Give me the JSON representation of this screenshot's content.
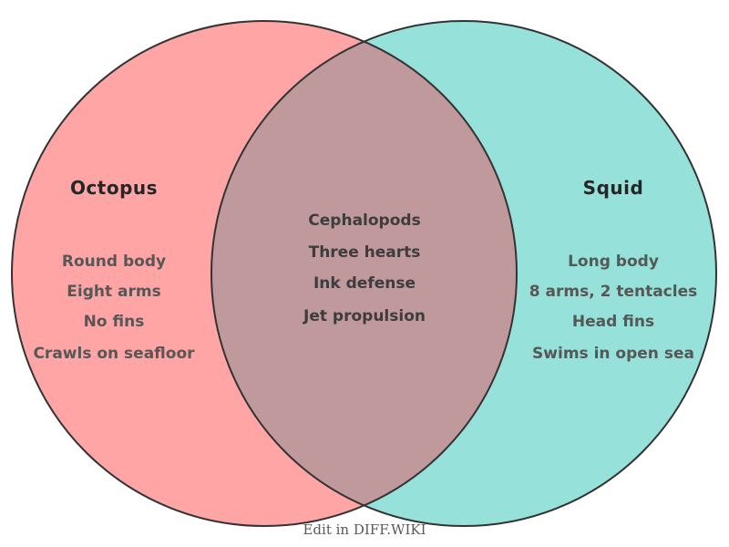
{
  "diagram": {
    "type": "venn2",
    "left_set": {
      "title": "Octopus",
      "items": [
        "Round body",
        "Eight arms",
        "No fins",
        "Crawls on seafloor"
      ]
    },
    "right_set": {
      "title": "Squid",
      "items": [
        "Long body",
        "8 arms, 2 tentacles",
        "Head fins",
        "Swims in open sea"
      ]
    },
    "intersection": {
      "items": [
        "Cephalopods",
        "Three hearts",
        "Ink defense",
        "Jet propulsion"
      ]
    },
    "footer": "Edit in DIFF.WIKI",
    "colors": {
      "left_fill": "#FFA5A5",
      "right_fill": "#96E1D9",
      "overlap_fill": "#C0999C",
      "outline": "#333333",
      "title_text": "#262626",
      "side_item_text": "#575757",
      "center_item_text": "#3d3d3d",
      "footer_text": "#595959",
      "background": "#FFFFFF"
    }
  }
}
